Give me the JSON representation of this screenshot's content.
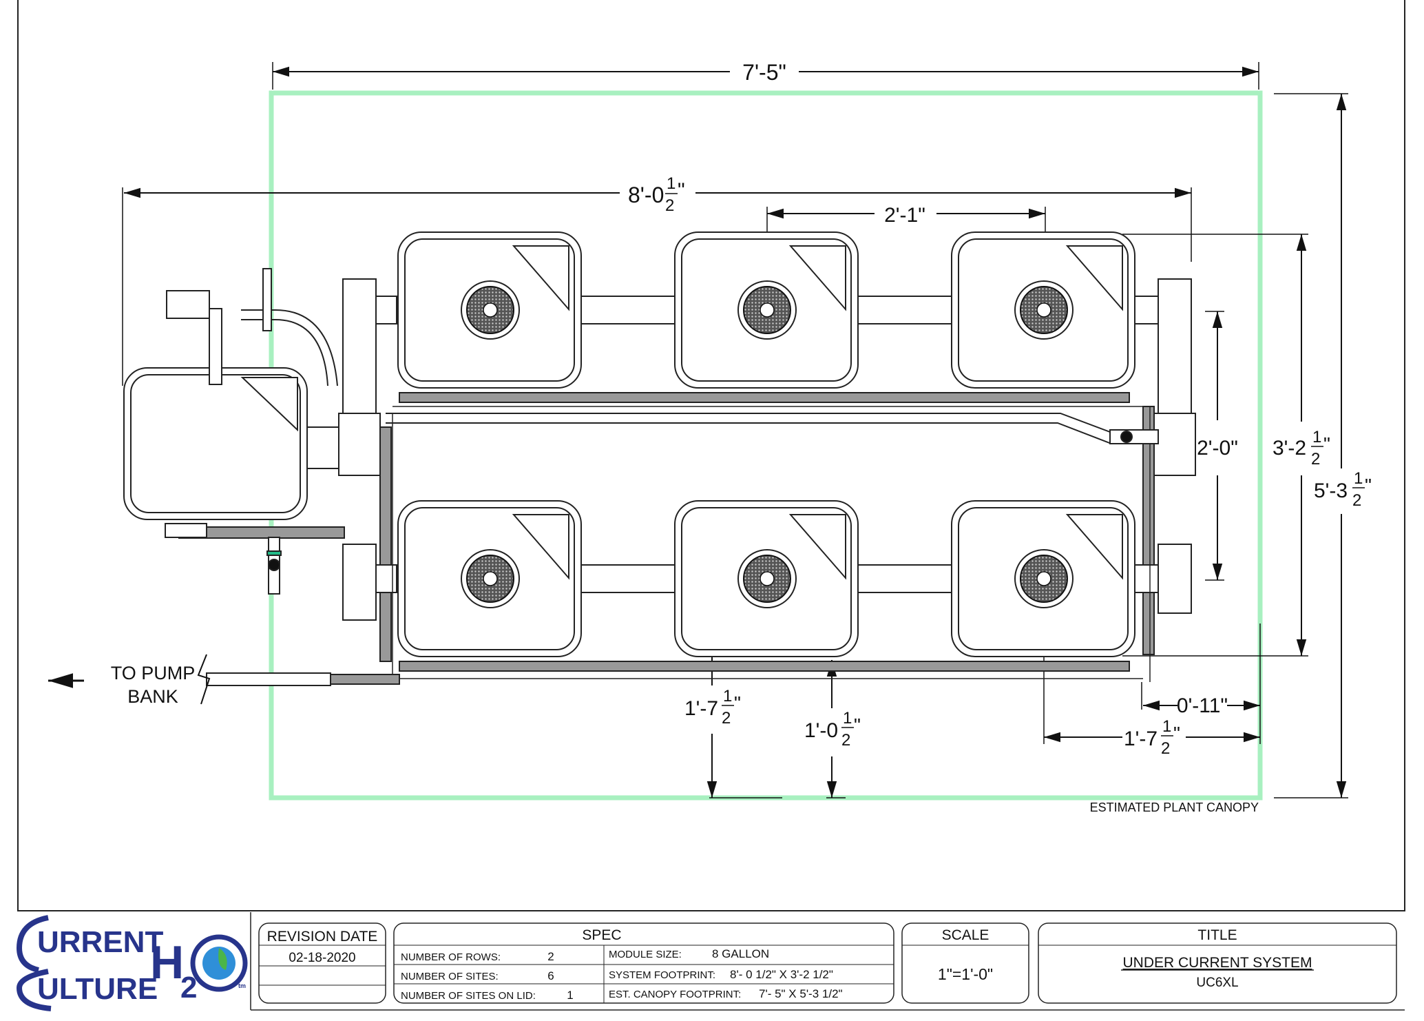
{
  "dimensions": {
    "canopy_width": {
      "whole": "7'-5\"",
      "frac_num": "",
      "frac_den": "",
      "tail": ""
    },
    "system_width": {
      "whole": "8'-0",
      "frac_num": "1",
      "frac_den": "2",
      "tail": "\""
    },
    "site_spacing": {
      "whole": "2'-1\"",
      "frac_num": "",
      "frac_den": "",
      "tail": ""
    },
    "row_spacing": {
      "whole": "2'-0\"",
      "frac_num": "",
      "frac_den": "",
      "tail": ""
    },
    "system_depth": {
      "whole": "3'-2",
      "frac_num": "1",
      "frac_den": "2",
      "tail": "\""
    },
    "canopy_depth": {
      "whole": "5'-3",
      "frac_num": "1",
      "frac_den": "2",
      "tail": "\""
    },
    "front_offset_site": {
      "whole": "1'-7",
      "frac_num": "1",
      "frac_den": "2",
      "tail": "\""
    },
    "front_offset_frame": {
      "whole": "1'-0",
      "frac_num": "1",
      "frac_den": "2",
      "tail": "\""
    },
    "side_offset_frame": {
      "whole": "0'-11\"",
      "frac_num": "",
      "frac_den": "",
      "tail": ""
    },
    "side_offset_site": {
      "whole": "1'-7",
      "frac_num": "1",
      "frac_den": "2",
      "tail": "\""
    }
  },
  "labels": {
    "pump_line_1": "TO PUMP",
    "pump_line_2": "BANK",
    "canopy_label": "ESTIMATED PLANT CANOPY"
  },
  "logo": {
    "line1": "URRENT",
    "line2": "ULTURE",
    "h": "H",
    "two": "2",
    "tm": "tm"
  },
  "title_block": {
    "revision": {
      "header": "REVISION DATE",
      "date": "02-18-2020"
    },
    "spec": {
      "header": "SPEC",
      "rows_label": "NUMBER OF ROWS:",
      "rows_value": "2",
      "sites_label": "NUMBER OF SITES:",
      "sites_value": "6",
      "lid_label": "NUMBER OF SITES ON LID:",
      "lid_value": "1",
      "module_label": "MODULE SIZE:",
      "module_value": "8 GALLON",
      "footprint_label": "SYSTEM FOOTPRINT:",
      "footprint_value": "8'- 0 1/2\" X 3'-2 1/2\"",
      "canopy_label": "EST. CANOPY FOOTPRINT:",
      "canopy_value": "7'- 5\" X 5'-3 1/2\""
    },
    "scale": {
      "header": "SCALE",
      "value": "1\"=1'-0\""
    },
    "title": {
      "header": "TITLE",
      "name": "UNDER CURRENT SYSTEM",
      "model": "UC6XL"
    }
  },
  "colors": {
    "canopy_outline": "#a8f0c0",
    "drawing_line": "#222222",
    "pipe_fill": "#999999",
    "logo_blue": "#27348b",
    "logo_globe": "#2f8fd8",
    "logo_leaf": "#4bb548"
  }
}
